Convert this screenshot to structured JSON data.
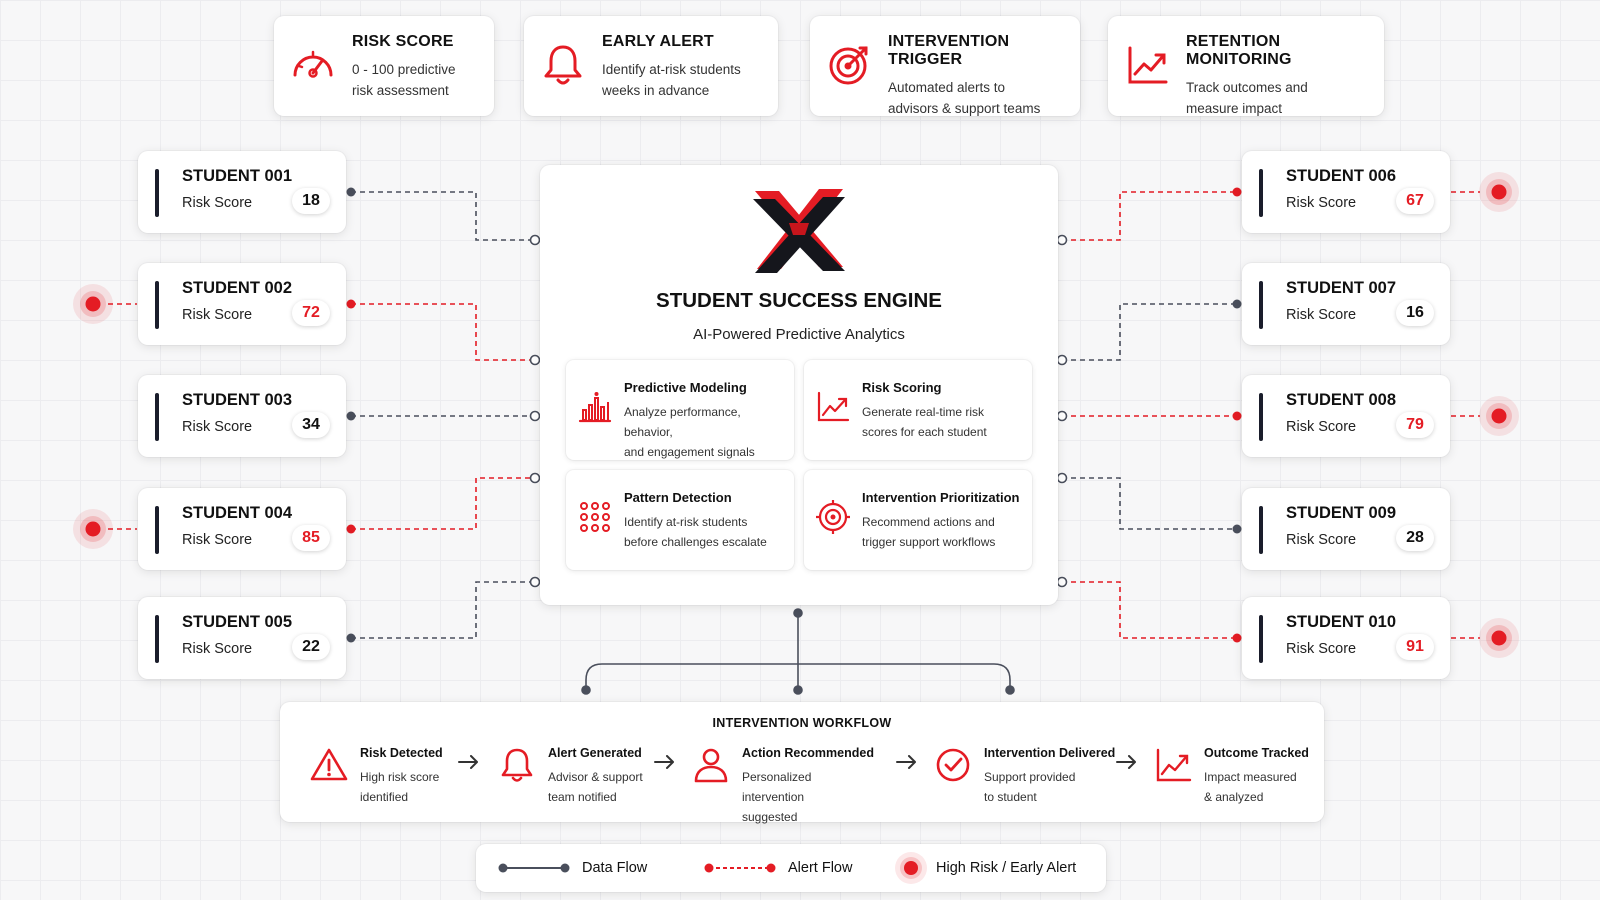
{
  "top_cards": [
    {
      "title": "RISK SCORE",
      "desc1": "0 - 100 predictive",
      "desc2": "risk assessment",
      "icon": "gauge-icon"
    },
    {
      "title": "EARLY ALERT",
      "desc1": "Identify at-risk students",
      "desc2": "weeks in advance",
      "icon": "bell-icon"
    },
    {
      "title": "INTERVENTION TRIGGER",
      "desc1": "Automated alerts to",
      "desc2": "advisors & support teams",
      "icon": "target-icon"
    },
    {
      "title": "RETENTION MONITORING",
      "desc1": "Track outcomes and",
      "desc2": "measure impact",
      "icon": "trend-chart-icon"
    }
  ],
  "students_left": [
    {
      "name": "STUDENT 001",
      "label": "Risk Score",
      "score": "18",
      "high_risk": false
    },
    {
      "name": "STUDENT 002",
      "label": "Risk Score",
      "score": "72",
      "high_risk": true
    },
    {
      "name": "STUDENT 003",
      "label": "Risk Score",
      "score": "34",
      "high_risk": false
    },
    {
      "name": "STUDENT 004",
      "label": "Risk Score",
      "score": "85",
      "high_risk": true
    },
    {
      "name": "STUDENT 005",
      "label": "Risk Score",
      "score": "22",
      "high_risk": false
    }
  ],
  "students_right": [
    {
      "name": "STUDENT 006",
      "label": "Risk Score",
      "score": "67",
      "high_risk": true
    },
    {
      "name": "STUDENT 007",
      "label": "Risk Score",
      "score": "16",
      "high_risk": false
    },
    {
      "name": "STUDENT 008",
      "label": "Risk Score",
      "score": "79",
      "high_risk": true
    },
    {
      "name": "STUDENT 009",
      "label": "Risk Score",
      "score": "28",
      "high_risk": false
    },
    {
      "name": "STUDENT 010",
      "label": "Risk Score",
      "score": "91",
      "high_risk": true
    }
  ],
  "engine": {
    "title": "STUDENT SUCCESS ENGINE",
    "subtitle": "AI-Powered Predictive Analytics",
    "logo_icon": "x-logo-icon",
    "modules": [
      {
        "title": "Predictive Modeling",
        "desc1": "Analyze performance, behavior,",
        "desc2": "and engagement signals",
        "icon": "bar-chart-icon"
      },
      {
        "title": "Risk Scoring",
        "desc1": "Generate real-time risk",
        "desc2": "scores for each student",
        "icon": "trend-chart-icon"
      },
      {
        "title": "Pattern Detection",
        "desc1": "Identify at-risk students",
        "desc2": "before challenges escalate",
        "icon": "dot-grid-icon"
      },
      {
        "title": "Intervention Prioritization",
        "desc1": "Recommend actions and",
        "desc2": "trigger support workflows",
        "icon": "target-icon"
      }
    ]
  },
  "workflow": {
    "title": "INTERVENTION WORKFLOW",
    "steps": [
      {
        "title": "Risk Detected",
        "desc1": "High risk score",
        "desc2": "identified",
        "icon": "warning-icon"
      },
      {
        "title": "Alert Generated",
        "desc1": "Advisor & support",
        "desc2": "team notified",
        "icon": "bell-icon"
      },
      {
        "title": "Action Recommended",
        "desc1": "Personalized intervention",
        "desc2": "suggested",
        "icon": "user-icon"
      },
      {
        "title": "Intervention Delivered",
        "desc1": "Support provided",
        "desc2": "to student",
        "icon": "check-circle-icon"
      },
      {
        "title": "Outcome Tracked",
        "desc1": "Impact measured",
        "desc2": "& analyzed",
        "icon": "trend-chart-icon"
      }
    ]
  },
  "legend": {
    "data_flow": "Data Flow",
    "alert_flow": "Alert Flow",
    "high_risk": "High Risk / Early Alert"
  },
  "colors": {
    "accent": "#e41c24",
    "dark": "#1a1d2b",
    "line": "#4a4f5c"
  }
}
